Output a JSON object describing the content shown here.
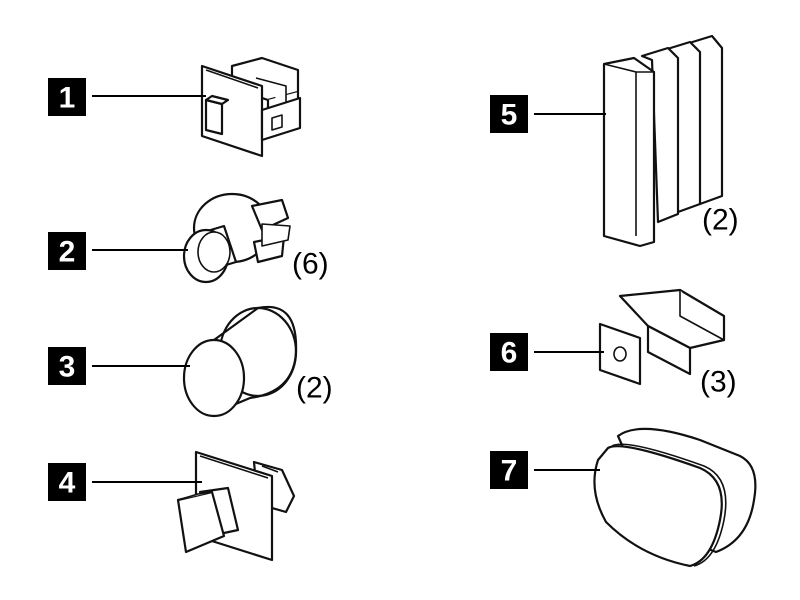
{
  "colors": {
    "ink": "#000000",
    "paper": "#ffffff"
  },
  "parts": [
    {
      "number": "1",
      "quantity": ""
    },
    {
      "number": "2",
      "quantity": "(6)"
    },
    {
      "number": "3",
      "quantity": "(2)"
    },
    {
      "number": "4",
      "quantity": ""
    },
    {
      "number": "5",
      "quantity": "(2)"
    },
    {
      "number": "6",
      "quantity": "(3)"
    },
    {
      "number": "7",
      "quantity": ""
    }
  ]
}
